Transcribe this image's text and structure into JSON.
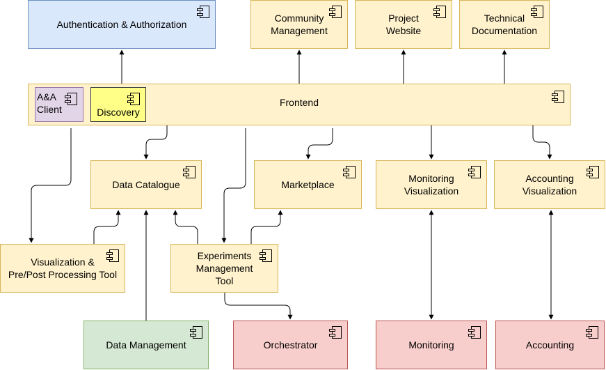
{
  "nodes": {
    "auth": "Authentication & Authorization",
    "community": "Community\nManagement",
    "project_website": "Project\nWebsite",
    "tech_docs": "Technical\nDocumentation",
    "frontend": "Frontend",
    "aa_client": "A&A\nClient",
    "discovery": "Discovery",
    "data_catalogue": "Data Catalogue",
    "marketplace": "Marketplace",
    "monitoring_vis": "Monitoring\nVisualization",
    "accounting_vis": "Accounting\nVisualization",
    "vis_tool": "Visualization &\nPre/Post Processing Tool",
    "experiments_tool": "Experiments\nManagement\nTool",
    "data_management": "Data Management",
    "orchestrator": "Orchestrator",
    "monitoring": "Monitoring",
    "accounting": "Accounting"
  },
  "colors": {
    "default_fill": "#fff2cc",
    "default_stroke": "#d6b656",
    "blue_fill": "#dae8fc",
    "green_fill": "#d5e8d4",
    "red_fill": "#f8cecc",
    "purple_fill": "#e1d5e7",
    "yellow_fill": "#ffff88"
  },
  "component_icon": "uml-component-icon"
}
